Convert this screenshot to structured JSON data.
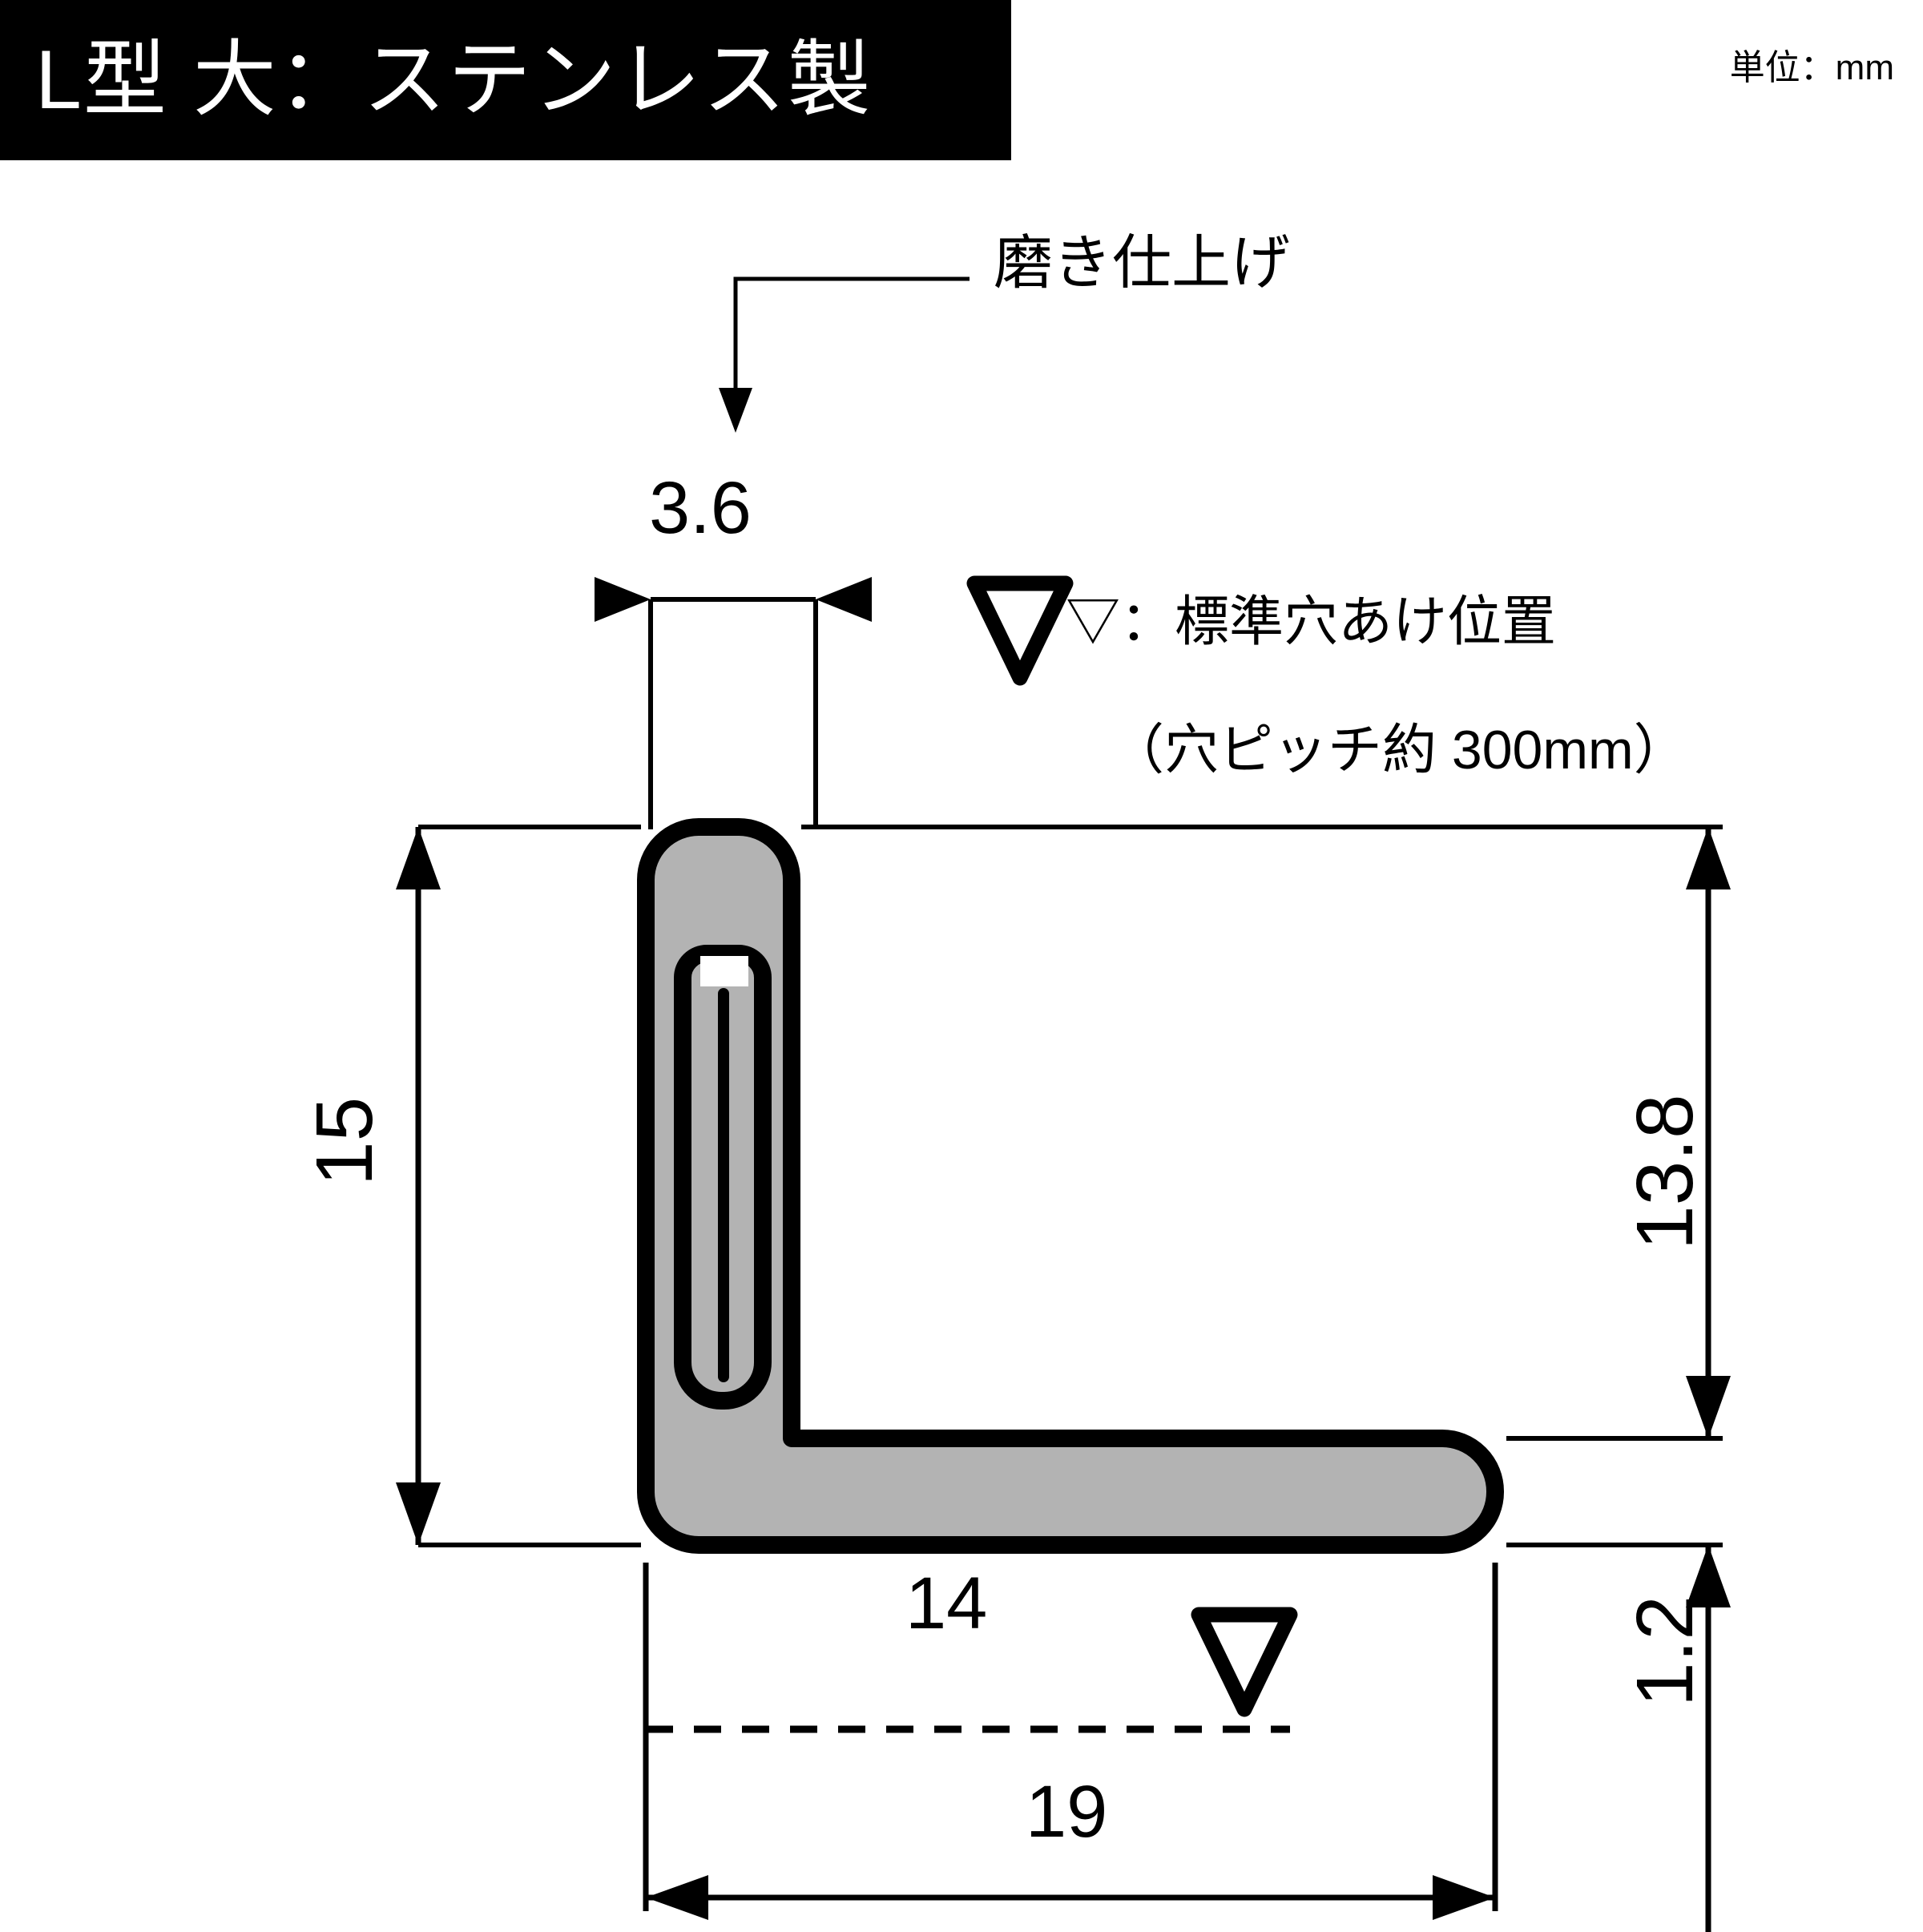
{
  "title": {
    "text": "L型 大：ステンレス製"
  },
  "unit_note": {
    "text": "単位：mm"
  },
  "callouts": {
    "finish": "磨き仕上げ"
  },
  "legend": {
    "line1": "▽：標準穴あけ位置",
    "line2": "（穴ピッチ約 300mm）"
  },
  "dimensions": {
    "thickness_top": "3.6",
    "height_overall": "15",
    "height_inner": "13.8",
    "thickness_base": "1.2",
    "width_inner": "14",
    "width_overall": "19"
  },
  "colors": {
    "banner_bg": "#000000",
    "banner_text": "#ffffff",
    "line": "#000000",
    "section_fill": "#b3b3b3",
    "page_bg": "#ffffff"
  },
  "chart_data": {
    "type": "table",
    "title": "L型 大：ステンレス製",
    "subtitle": "単位：mm",
    "categories": [
      "3.6",
      "15",
      "13.8",
      "1.2",
      "14",
      "19"
    ],
    "values": [
      3.6,
      15,
      13.8,
      1.2,
      14,
      19
    ],
    "annotations": [
      "磨き仕上げ",
      "▽：標準穴あけ位置",
      "（穴ピッチ約 300mm）"
    ],
    "xlabel": "",
    "ylabel": ""
  }
}
